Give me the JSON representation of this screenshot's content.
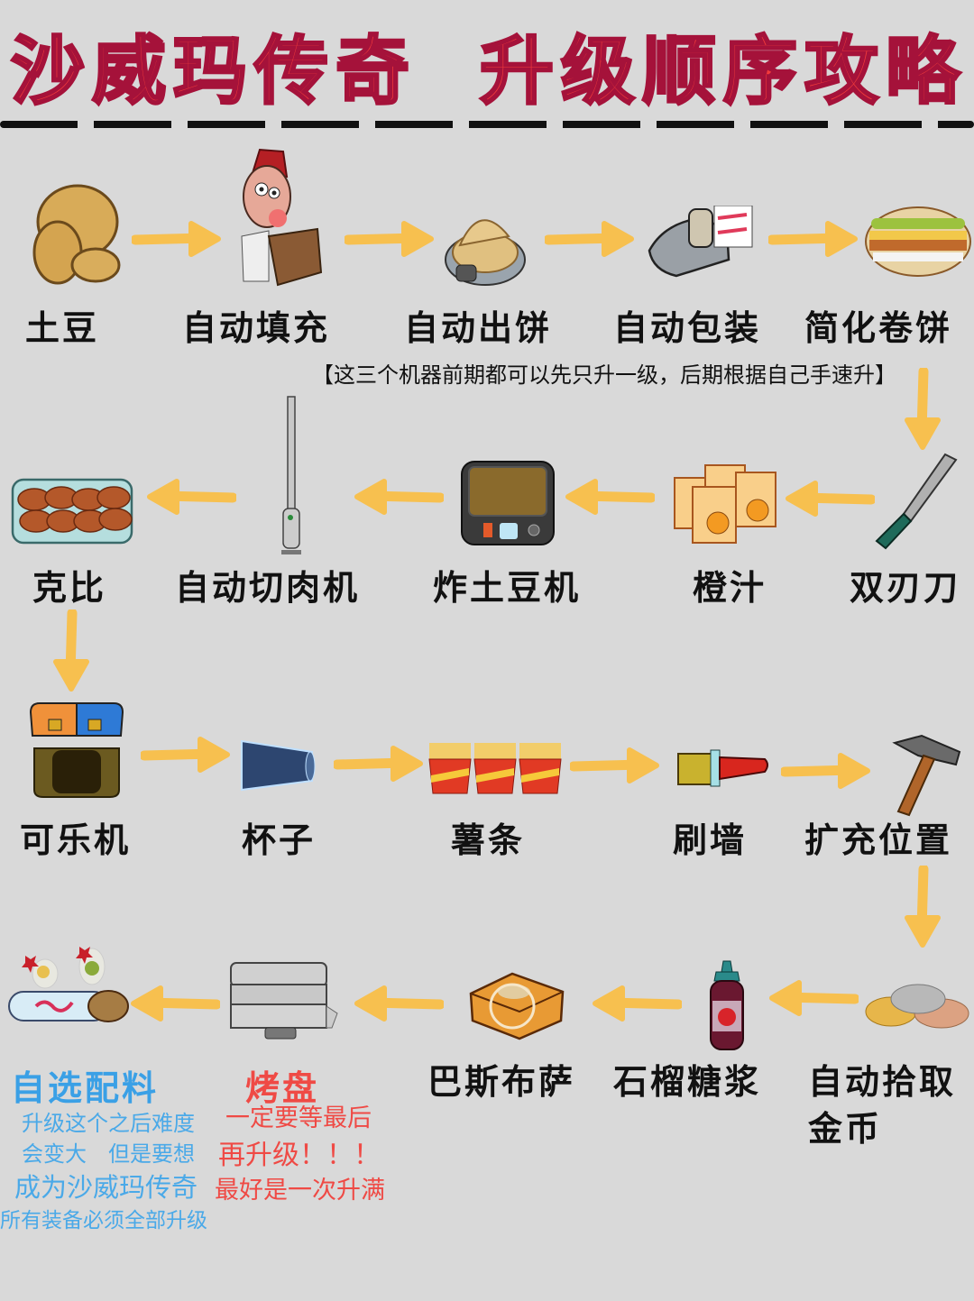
{
  "title": {
    "part1": "沙威玛传奇",
    "part2": "升级顺序攻略",
    "color": "#f23b3b"
  },
  "arrow_color": "#f7c04f",
  "rows": [
    {
      "direction": "right",
      "items": [
        {
          "label": "土豆",
          "icon": "potato-icon"
        },
        {
          "label": "自动填充",
          "icon": "shopkeeper-box-icon"
        },
        {
          "label": "自动出饼",
          "icon": "flatbread-machine-icon"
        },
        {
          "label": "自动包装",
          "icon": "wrapping-machine-icon"
        },
        {
          "label": "简化卷饼",
          "icon": "wrap-sandwich-icon"
        }
      ],
      "note": "【这三个机器前期都可以先只升一级，后期根据自己手速升】"
    },
    {
      "direction": "left",
      "items": [
        {
          "label": "双刃刀",
          "icon": "knife-icon"
        },
        {
          "label": "橙汁",
          "icon": "orange-juice-icon"
        },
        {
          "label": "炸土豆机",
          "icon": "fryer-icon"
        },
        {
          "label": "自动切肉机",
          "icon": "meat-slicer-icon"
        },
        {
          "label": "克比",
          "icon": "kibbeh-icon"
        }
      ]
    },
    {
      "direction": "right",
      "items": [
        {
          "label": "可乐机",
          "icon": "soda-machine-icon"
        },
        {
          "label": "杯子",
          "icon": "cup-icon"
        },
        {
          "label": "薯条",
          "icon": "fries-icon"
        },
        {
          "label": "刷墙",
          "icon": "paintbrush-icon"
        },
        {
          "label": "扩充位置",
          "icon": "hammer-icon"
        }
      ]
    },
    {
      "direction": "left",
      "items": [
        {
          "label": "自动拾取",
          "label2": "金币",
          "icon": "coins-icon"
        },
        {
          "label": "石榴糖浆",
          "icon": "pomegranate-syrup-icon"
        },
        {
          "label": "巴斯布萨",
          "icon": "basbousa-icon"
        },
        {
          "label": "烤盘",
          "icon": "grill-plate-icon"
        },
        {
          "label": "自选配料",
          "icon": "custom-toppings-icon"
        }
      ]
    }
  ],
  "notes": {
    "custom_toppings": {
      "title": "自选配料",
      "color": "#3aa0e6",
      "lines": [
        "升级这个之后难度",
        "会变大　但是要想",
        "成为沙威玛传奇",
        "所有装备必须全部升级"
      ]
    },
    "grill_plate": {
      "title": "烤盘",
      "color": "#ef4a45",
      "lines": [
        "一定要等最后",
        "再升级！！！",
        "最好是一次升满"
      ]
    }
  }
}
